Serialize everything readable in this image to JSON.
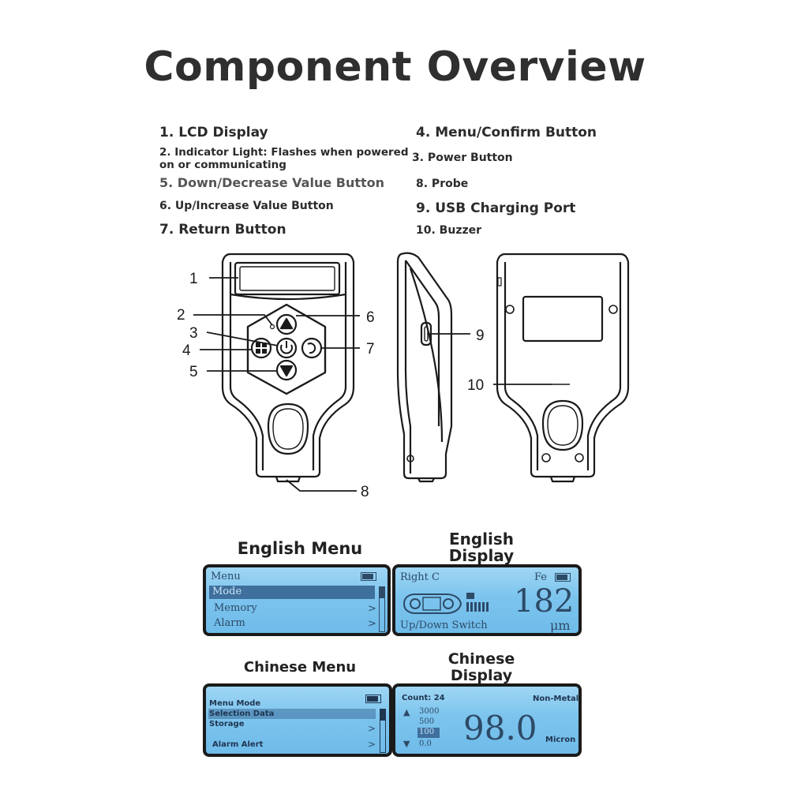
{
  "title": "Component Overview",
  "legend": {
    "item1": "1. LCD Display",
    "item2_line1": "2. Indicator Light: Flashes when powered",
    "item2_line2": "on or communicating",
    "item5": "5. Down/Decrease Value Button",
    "item6": "6. Up/Increase Value Button",
    "item7": "7. Return Button",
    "item4": "4. Menu/Confirm Button",
    "item3": "3. Power Button",
    "item8": "8. Probe",
    "item9": "9. USB Charging Port",
    "item10": "10. Buzzer"
  },
  "callouts": [
    "1",
    "2",
    "3",
    "4",
    "5",
    "6",
    "7",
    "8",
    "9",
    "10"
  ],
  "screens": {
    "english_menu_label": "English Menu",
    "english_display_label_line1": "English",
    "english_display_label_line2": "Display",
    "chinese_menu_label": "Chinese Menu",
    "chinese_display_label_line1": "Chinese",
    "chinese_display_label_line2": "Display",
    "en_menu": {
      "title": "Menu",
      "items": [
        "Mode",
        "Memory",
        "Alarm"
      ]
    },
    "en_display": {
      "top_left": "Right C",
      "top_right": "Fe",
      "value": "182",
      "unit": "μm",
      "bottom": "Up/Down Switch"
    },
    "cn_menu": {
      "title": "Menu Mode",
      "items": [
        "Selection Data",
        "Storage",
        "Alarm Alert"
      ]
    },
    "cn_display": {
      "count": "Count: 24",
      "mode": "Non-Metal",
      "scale": [
        "3000",
        "500",
        "100",
        "0.0"
      ],
      "value": "98.0",
      "unit": "Micron"
    }
  },
  "colors": {
    "lcd_background": "#7cc4ee",
    "lcd_text": "#2d4a66",
    "outline": "#1a1a1a"
  }
}
